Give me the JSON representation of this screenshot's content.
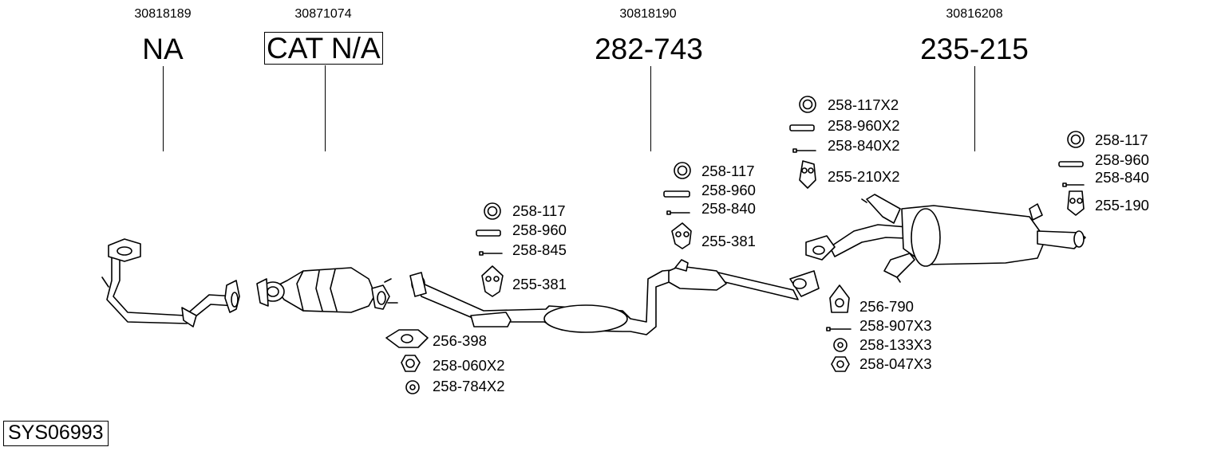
{
  "system_code": "SYS06993",
  "sections": [
    {
      "oem": "30818189",
      "part": "NA"
    },
    {
      "oem": "30871074",
      "part": "CAT N/A"
    },
    {
      "oem": "30818190",
      "part": "282-743"
    },
    {
      "oem": "30816208",
      "part": "235-215"
    }
  ],
  "fittings": {
    "group1": [
      "258-117",
      "258-960",
      "258-845",
      "255-381"
    ],
    "group2": [
      "256-398",
      "258-060X2",
      "258-784X2"
    ],
    "group3": [
      "258-117",
      "258-960",
      "258-840",
      "255-381"
    ],
    "group4": [
      "258-117X2",
      "258-960X2",
      "258-840X2",
      "255-210X2"
    ],
    "group5": [
      "258-117",
      "258-960",
      "258-840",
      "255-190"
    ],
    "group6": [
      "256-790",
      "258-907X3",
      "258-133X3",
      "258-047X3"
    ]
  },
  "icons": [
    "ring-clamp-icon",
    "sleeve-icon",
    "bolt-icon",
    "rubber-hanger-icon",
    "gasket-icon",
    "nut-icon",
    "washer-icon"
  ]
}
